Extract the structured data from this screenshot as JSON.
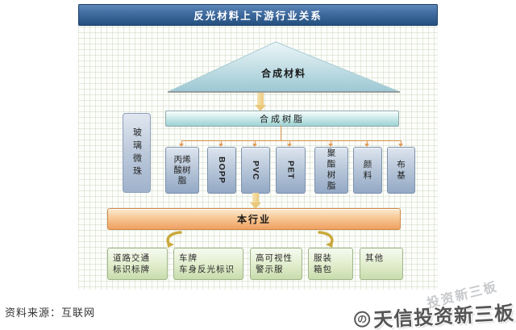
{
  "diagram": {
    "title": "反光材料上下游行业关系",
    "triangle_label": "合成材料",
    "resin_bar_label": "合成树脂",
    "glass_beads_label": "玻璃微珠",
    "materials": [
      {
        "label": "丙烯酸树脂"
      },
      {
        "label": "BOPP"
      },
      {
        "label": "PVC"
      },
      {
        "label": "PET"
      },
      {
        "label": "聚酯树脂"
      },
      {
        "label": "颜料"
      },
      {
        "label": "布基"
      }
    ],
    "industry_bar_label": "本行业",
    "downstream": [
      {
        "lines": [
          "道路交通",
          "标识标牌"
        ]
      },
      {
        "lines": [
          "车牌",
          "车身反光标识"
        ]
      },
      {
        "lines": [
          "高可视性",
          "警示服"
        ]
      },
      {
        "lines": [
          "服装",
          "箱包"
        ]
      },
      {
        "lines": [
          "其他",
          ""
        ]
      }
    ],
    "colors": {
      "title_bar_blue": "#3e6a9e",
      "triangle_teal": "#9cc8d3",
      "resin_bar_teal": "#9ed2d3",
      "material_box_blue": "#93a9c5",
      "connector_orange": "#e29a55",
      "fat_arrow_tan": "#ecca7e",
      "industry_bar_orange": "#ef9f62",
      "downstream_green": "#c7dcab",
      "swoosh_gold": "#c9a93c"
    }
  },
  "footer": {
    "source_note": "资料来源：互联网"
  },
  "watermark": {
    "logo_glyph": "の",
    "text": "天信投资新三板",
    "faint_text": "投资新三板"
  }
}
